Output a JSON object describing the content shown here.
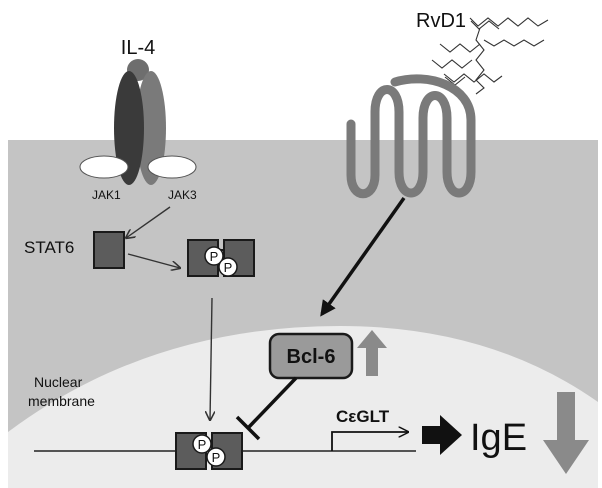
{
  "labels": {
    "il4": "IL-4",
    "rvd1": "RvD1",
    "jak1": "JAK1",
    "jak3": "JAK3",
    "stat6": "STAT6",
    "phospho": "P",
    "bcl6": "Bcl-6",
    "nuclear_line1": "Nuclear",
    "nuclear_line2": "membrane",
    "cegelt": "CεGLT",
    "ige": "IgE"
  },
  "colors": {
    "cell_membrane_gray": "#c4c4c4",
    "nucleus": "#ececec",
    "jak1_dark": "#3a3a3a",
    "jak3_gray": "#7a7a7a",
    "stat6_box": "#5c5c5c",
    "bcl6_box": "#9a9a9a",
    "up_arrow": "#8a8a8a",
    "down_arrow": "#8a8a8a",
    "gpcr": "#7a7a7a"
  }
}
